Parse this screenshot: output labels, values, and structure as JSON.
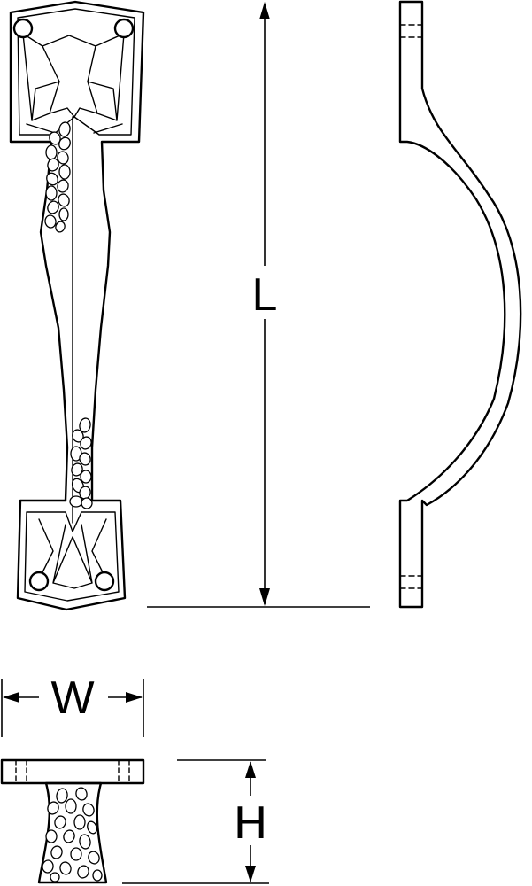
{
  "labels": {
    "length": "L",
    "width": "W",
    "height": "H"
  },
  "colors": {
    "line": "#000000",
    "background": "#ffffff"
  }
}
